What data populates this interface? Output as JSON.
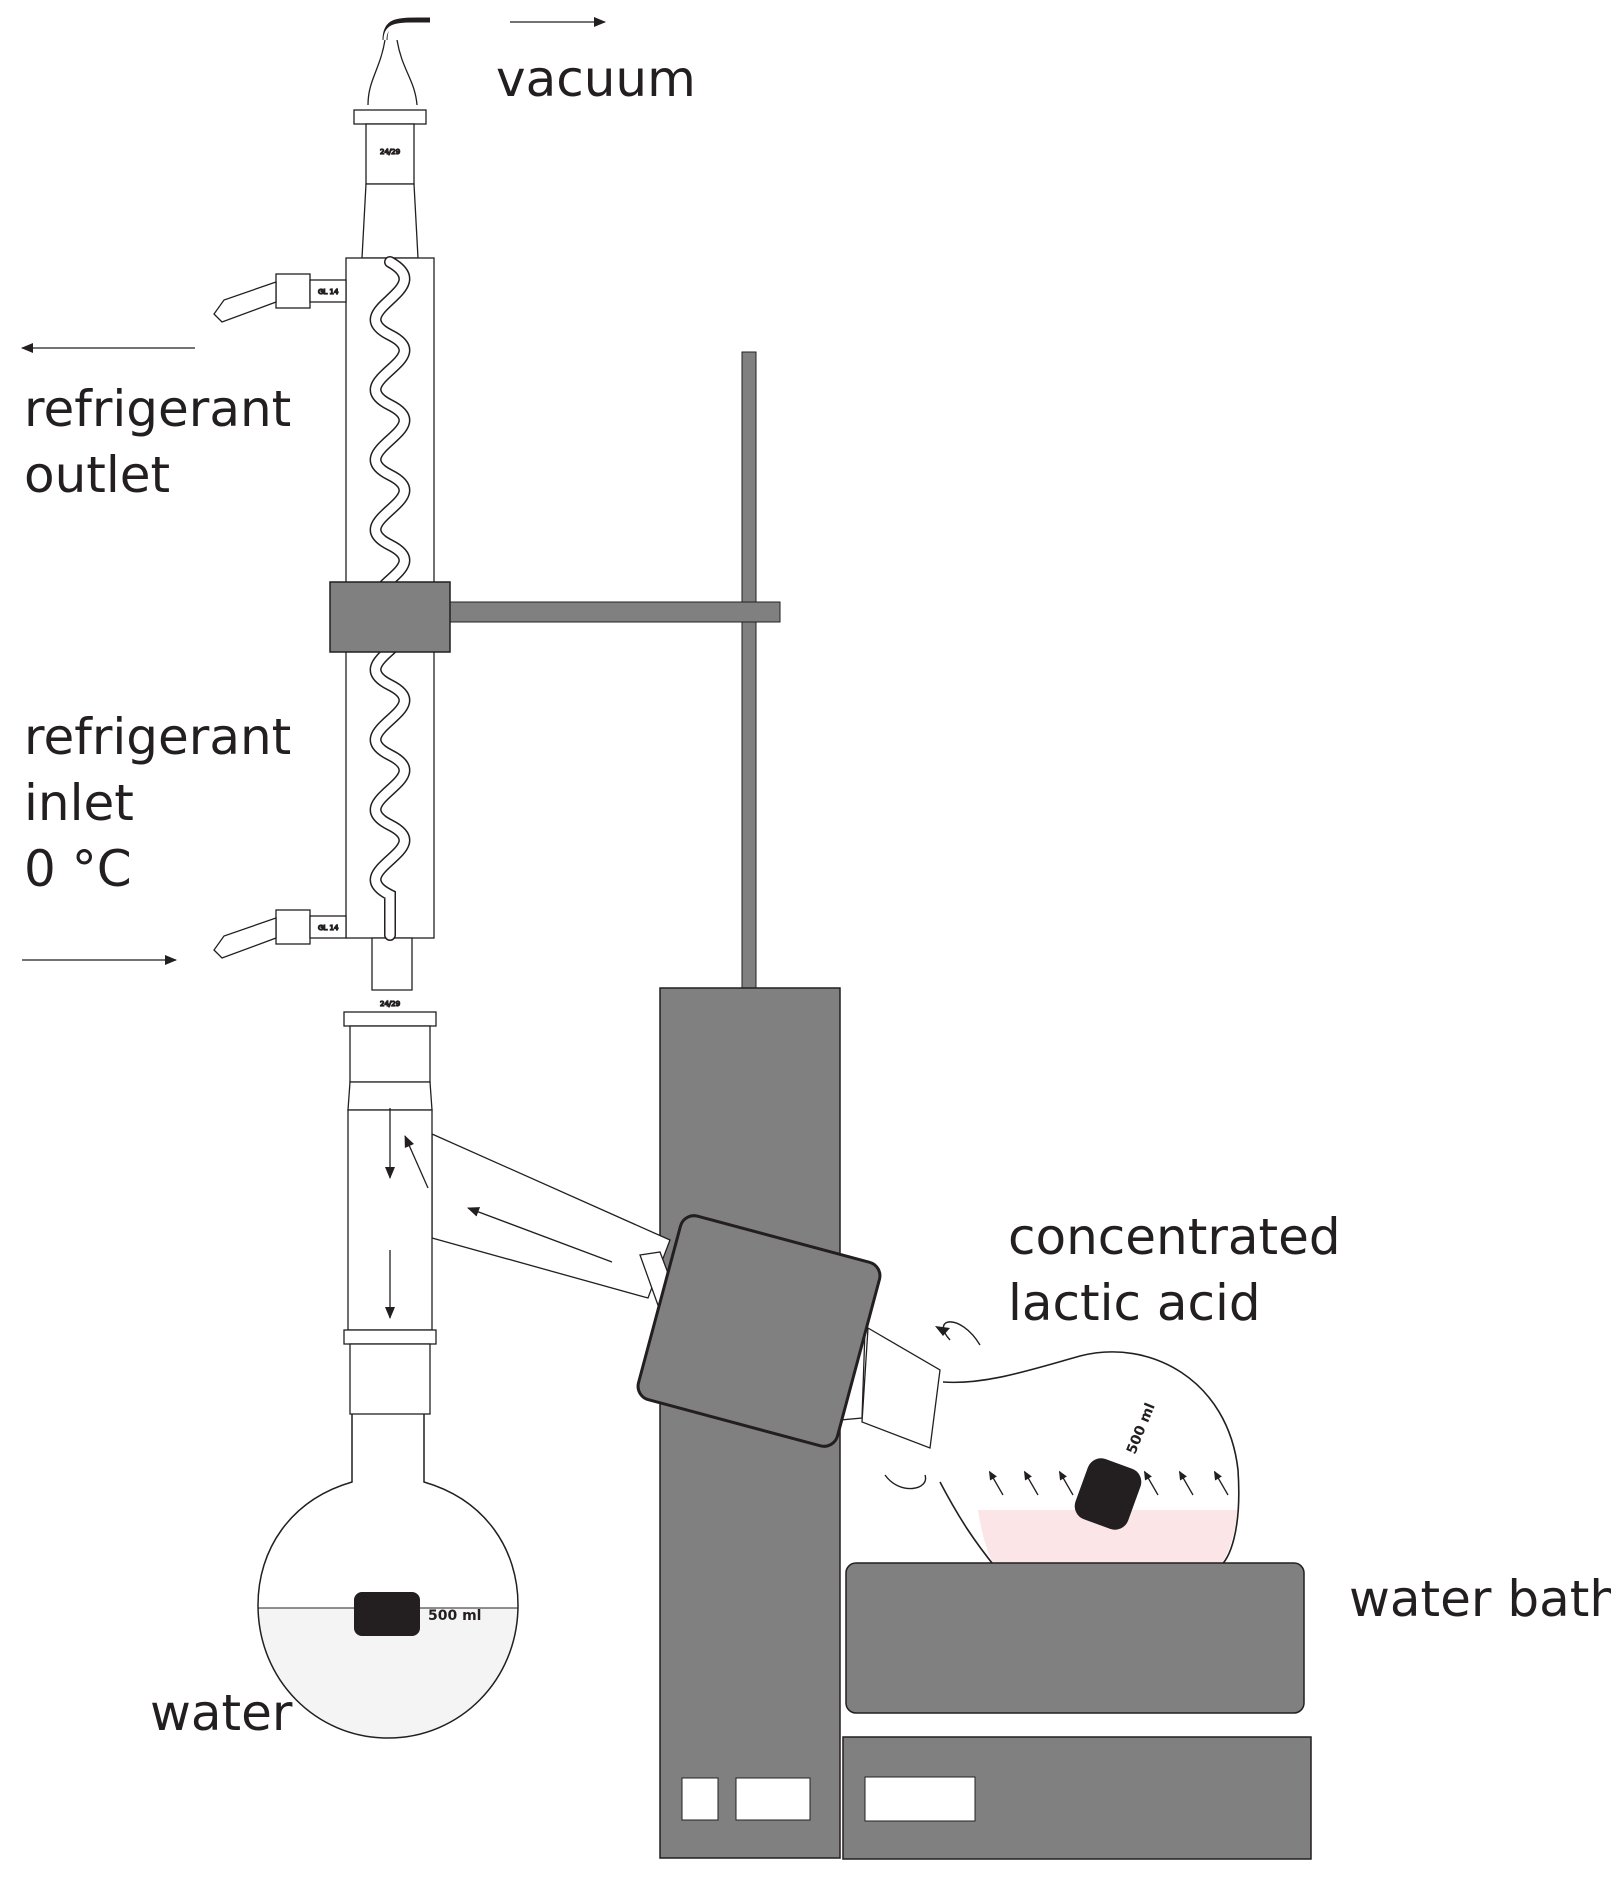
{
  "labels": {
    "vacuum": "vacuum",
    "refrigerant_outlet_line1": "refrigerant",
    "refrigerant_outlet_line2": "outlet",
    "refrigerant_inlet_line1": "refrigerant",
    "refrigerant_inlet_line2": "inlet",
    "refrigerant_inlet_temp": "0 °C",
    "concentrated_line1": "concentrated",
    "concentrated_line2": "lactic acid",
    "water_bath": "water bath",
    "water": "water"
  },
  "glassware_marks": {
    "joint_top": "24/29",
    "joint_bottom": "24/29",
    "port_upper": "GL 14",
    "port_lower": "GL 14",
    "flask_receiving_volume": "500 ml",
    "flask_evaporating_volume": "500 ml"
  },
  "colors": {
    "equipment_gray": "#808080",
    "stir_bar_black": "#231f20",
    "lactic_acid_fill": "#fbe5e6",
    "water_fill": "#f4f4f4",
    "line": "#231f20"
  }
}
